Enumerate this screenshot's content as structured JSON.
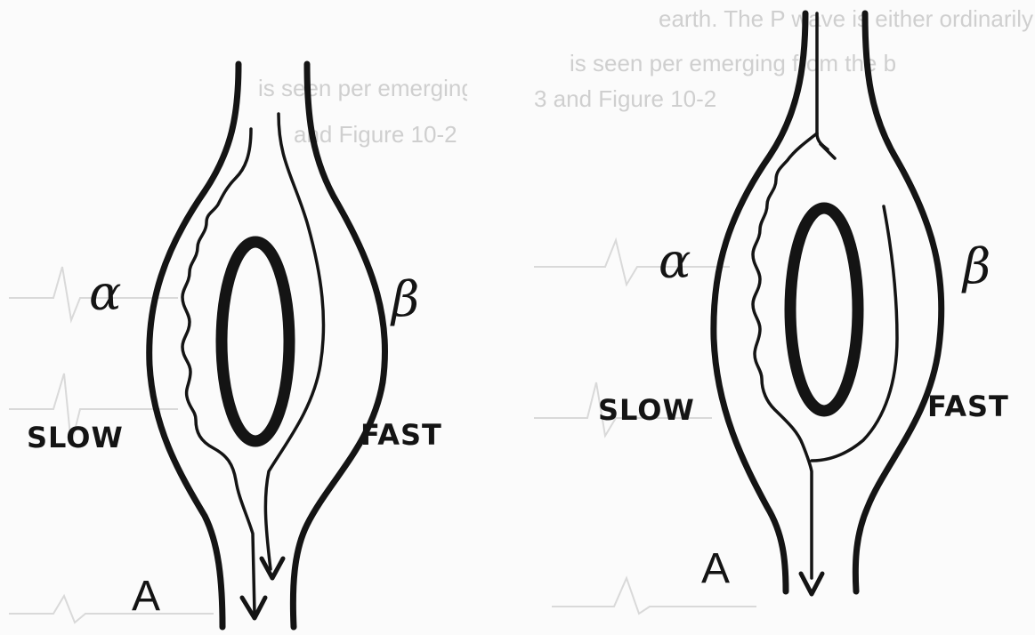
{
  "left_panel": {
    "alpha_label": "α",
    "beta_label": "β",
    "slow_label": "SLOW",
    "fast_label": "FAST",
    "a_label": "A",
    "bg_text_line1": "is seen per emerging from th",
    "bg_text_line2": "and Figure 10-2"
  },
  "right_panel": {
    "alpha_label": "α",
    "beta_label": "β",
    "slow_label": "SLOW",
    "fast_label": "FAST",
    "a_label": "A",
    "bg_text_line1": "earth. The P wave is either ordinarily",
    "bg_text_line2": "is seen per emerging from the b",
    "bg_text_line3": "3 and Figure 10-2"
  },
  "colors": {
    "ink": "#141414",
    "background": "#fbfbfb",
    "ghost": "#d0d0d0"
  }
}
